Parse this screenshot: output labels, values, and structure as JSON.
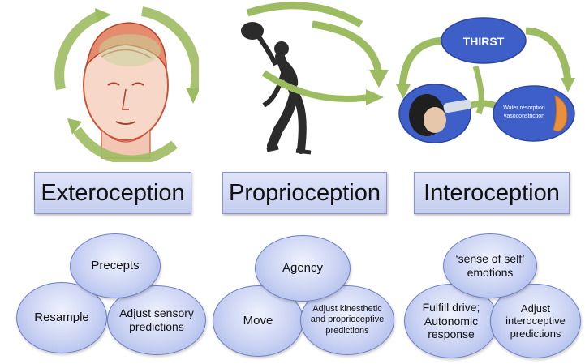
{
  "illustrations": {
    "thirst_label": "THIRST",
    "water_label_line1": "Water resorption",
    "water_label_line2": "vasoconstriction"
  },
  "panels": [
    {
      "title": "Exteroception",
      "venn": {
        "top": "Precepts",
        "left": "Resample",
        "right": "Adjust sensory predictions"
      }
    },
    {
      "title": "Proprioception",
      "venn": {
        "top": "Agency",
        "left": "Move",
        "right": "Adjust kinesthetic and proprioceptive predictions"
      }
    },
    {
      "title": "Interoception",
      "venn": {
        "top": "‘sense of self’ emotions",
        "left": "Fulfill drive; Autonomic response",
        "right": "Adjust interoceptive predictions"
      }
    }
  ],
  "colors": {
    "arrow_green": "#9dbb61",
    "circle_blue": "#c9d2f3",
    "box_blue": "#cfd7f3",
    "thirst_blue": "#3f5fc8"
  }
}
